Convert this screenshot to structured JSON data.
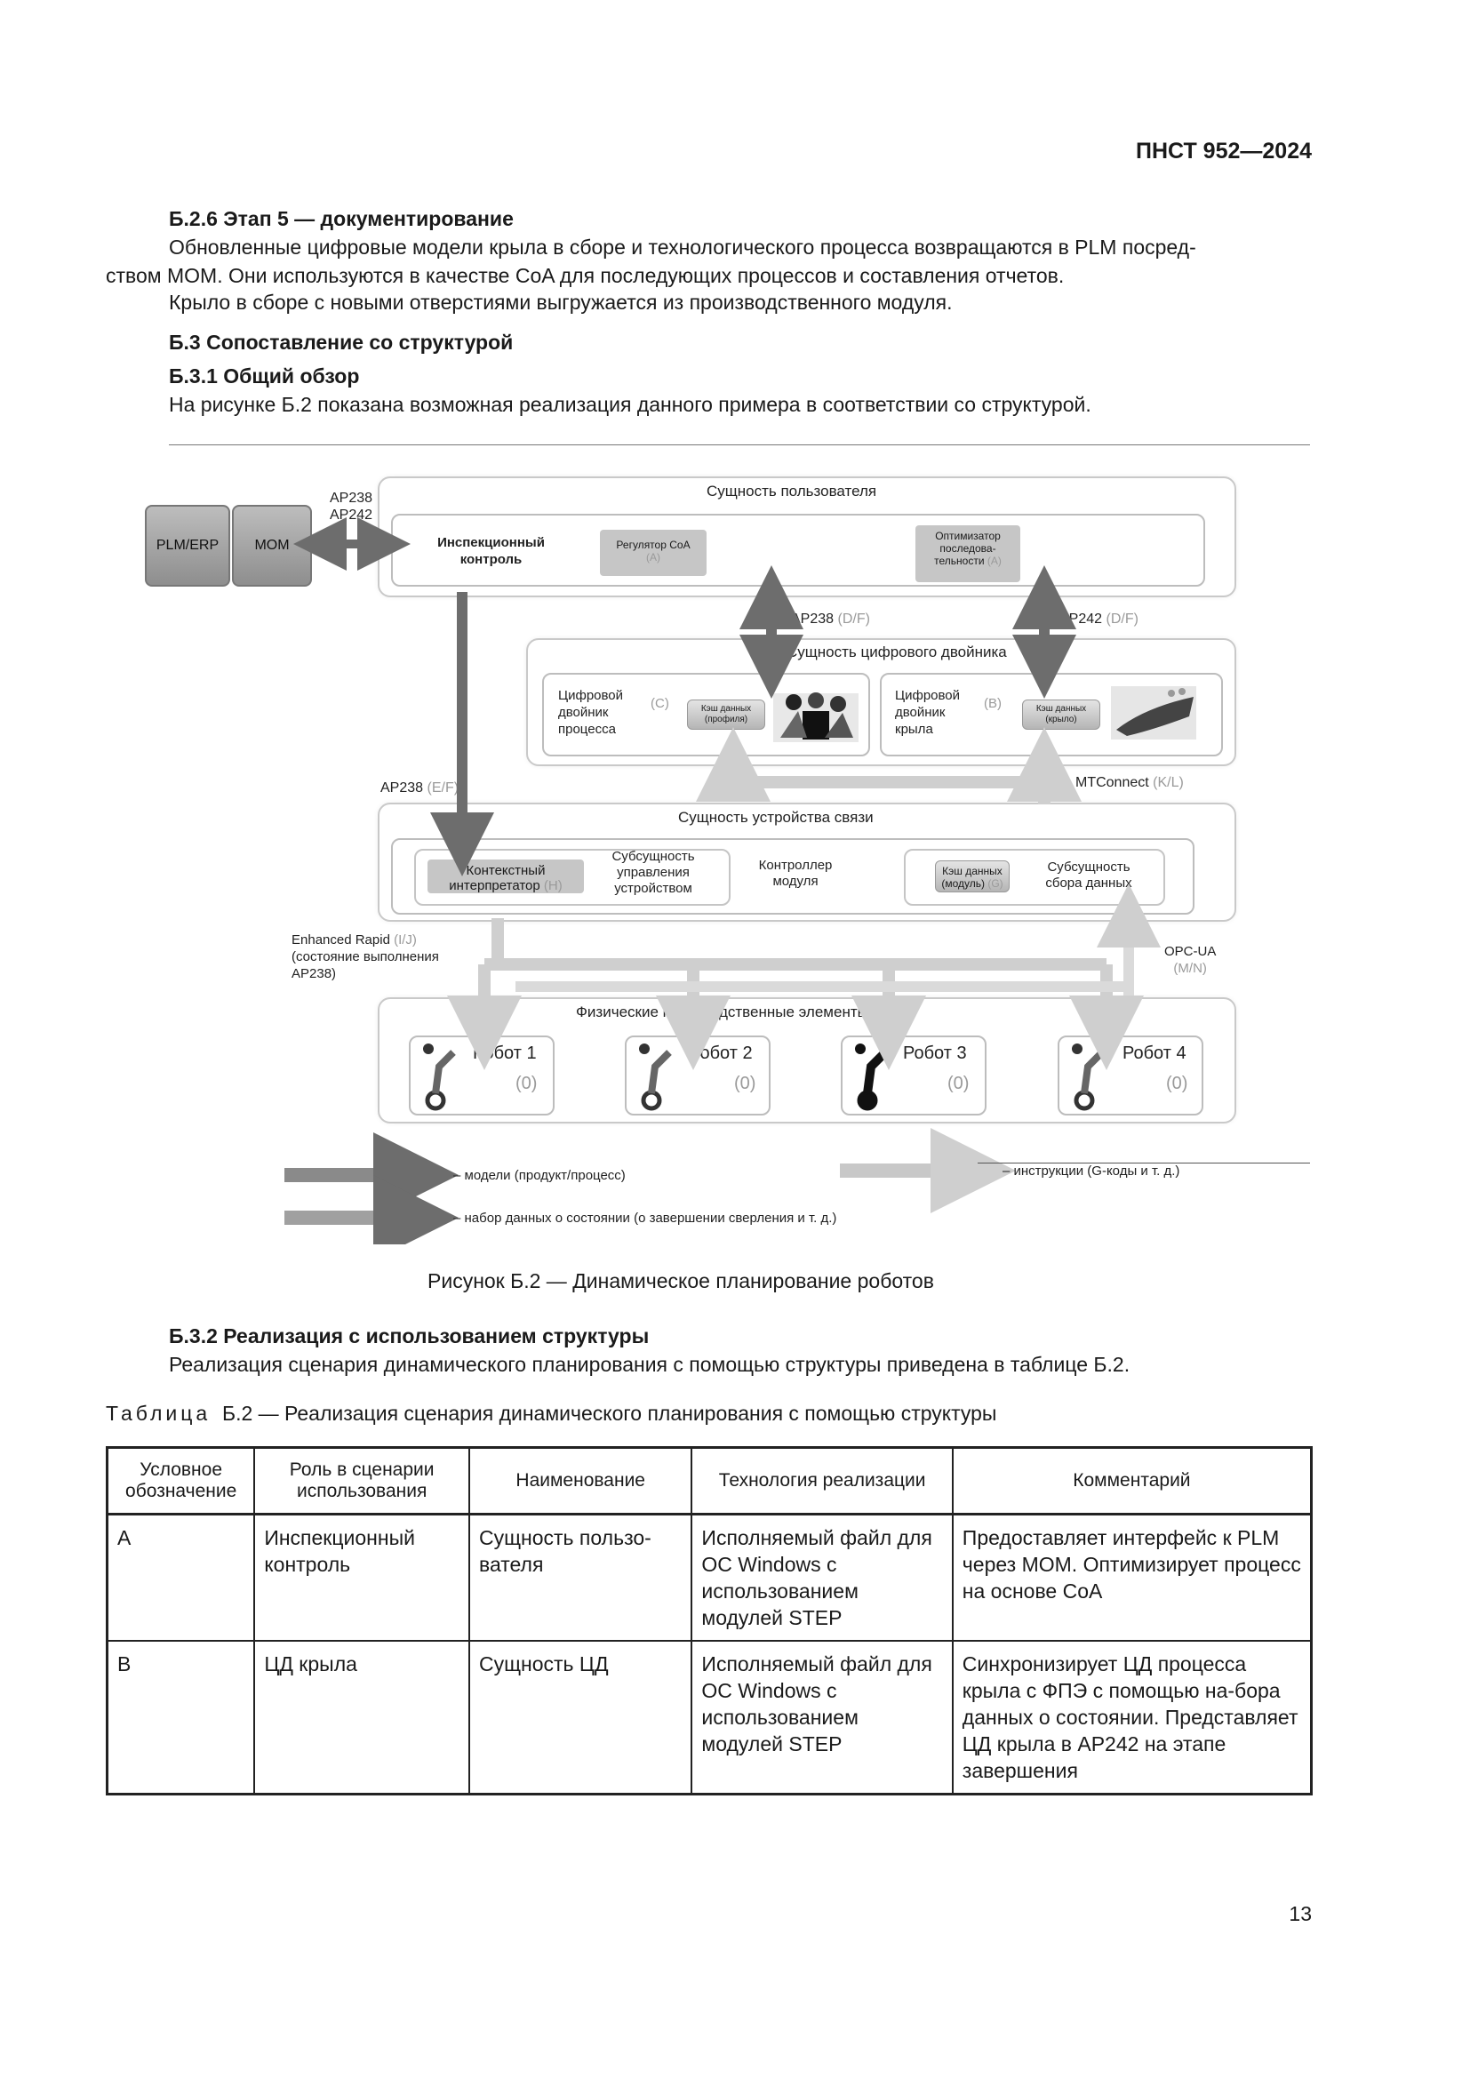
{
  "header": {
    "doc_id": "ПНСТ 952—2024"
  },
  "sections": {
    "s1_heading": "Б.2.6 Этап 5 — документирование",
    "s1_p1_l1": "Обновленные цифровые модели крыла в сборе и технологического процесса возвращаются в PLM посред-",
    "s1_p1_l2": "ством МОМ. Они используются в качестве CoA для последующих процессов и составления отчетов.",
    "s1_p2": "Крыло в сборе с новыми отверстиями выгружается из производственного модуля.",
    "s2_heading": "Б.3 Сопоставление со структурой",
    "s3_heading": "Б.3.1 Общий обзор",
    "s3_p1": "На рисунке Б.2 показана возможная реализация данного примера в соответствии со структурой."
  },
  "diagram": {
    "plm": "PLM/ERP",
    "mom": "MOM",
    "ap238_top": "AP238",
    "ap242_top": "AP242",
    "user_entity": "Сущность пользователя",
    "inspection_l1": "Инспекционный",
    "inspection_l2": "контроль",
    "coa_reg": "Регулятор CoA",
    "coa_tag": "(A)",
    "opt_l1": "Оптимизатор",
    "opt_l2": "последова-",
    "opt_l3": "тельности",
    "opt_tag": "(A)",
    "ap238_df": "AP238",
    "ap238_df_tag": "(D/F)",
    "ap242_df": "AP242",
    "ap242_df_tag": "(D/F)",
    "twin_entity": "Сущность цифрового двойника",
    "twin_proc_l1": "Цифровой",
    "twin_proc_l2": "двойник",
    "twin_proc_l3": "процесса",
    "twin_proc_tag": "(C)",
    "cache_profile_l1": "Кэш данных",
    "cache_profile_l2": "(профиля)",
    "twin_wing_l1": "Цифровой",
    "twin_wing_l2": "двойник",
    "twin_wing_l3": "крыла",
    "twin_wing_tag": "(B)",
    "cache_wing_l1": "Кэш данных",
    "cache_wing_l2": "(крыло)",
    "ap238_ef": "AP238",
    "ap238_ef_tag": "(E/F)",
    "mtconnect": "MTConnect",
    "mtconnect_tag": "(K/L)",
    "comm_entity": "Сущность устройства связи",
    "ctx_l1": "Контекстный",
    "ctx_l2": "интерпретатор",
    "ctx_tag": "(H)",
    "subctl_l1": "Субсущность",
    "subctl_l2": "управления",
    "subctl_l3": "устройством",
    "modctl_l1": "Контроллер",
    "modctl_l2": "модуля",
    "cache_mod_l1": "Кэш данных",
    "cache_mod_l2": "(модуль)",
    "cache_mod_tag": "(G)",
    "subcol_l1": "Субсущность",
    "subcol_l2": "сбора данных",
    "enh_l1": "Enhanced Rapid",
    "enh_tag": "(I/J)",
    "enh_l2": "(состояние выполнения",
    "enh_l3": "AP238)",
    "opcua": "OPC-UA",
    "opcua_tag": "(M/N)",
    "phys_entity": "Физические производственные элементы",
    "robots": [
      {
        "label": "Робот 1",
        "tag": "(0)"
      },
      {
        "label": "Робот 2",
        "tag": "(0)"
      },
      {
        "label": "Робот 3",
        "tag": "(0)"
      },
      {
        "label": "Робот 4",
        "tag": "(0)"
      }
    ],
    "legend_models": "– модели (продукт/процесс)",
    "legend_instr": "– инструкции (G-коды и т. д.)",
    "legend_state": "– набор данных о состоянии (о завершении сверления и т. д.)"
  },
  "figure_caption": "Рисунок Б.2 — Динамическое планирование роботов",
  "section_b32": {
    "heading": "Б.3.2 Реализация с использованием структуры",
    "p1": "Реализация сценария динамического планирования с помощью структуры приведена в таблице Б.2."
  },
  "table": {
    "caption_lead": "Таблица",
    "caption_rest": "Б.2 — Реализация сценария динамического планирования с помощью структуры",
    "headers": [
      "Условное обозначение",
      "Роль в сценарии использования",
      "Наименование",
      "Технология реализации",
      "Комментарий"
    ],
    "rows": [
      [
        "A",
        "Инспекционный контроль",
        "Сущность пользо-вателя",
        "Исполняемый файл для ОС Windows с использованием модулей STEP",
        "Предоставляет интерфейс к PLM через МОМ. Оптимизирует процесс на основе CoA"
      ],
      [
        "B",
        "ЦД крыла",
        "Сущность ЦД",
        "Исполняемый файл для ОС Windows с использованием модулей STEP",
        "Синхронизирует ЦД процесса крыла с ФПЭ с помощью на-бора данных о состоянии. Представляет ЦД крыла в AP242 на этапе завершения"
      ]
    ]
  },
  "footer": {
    "page_number": "13"
  }
}
